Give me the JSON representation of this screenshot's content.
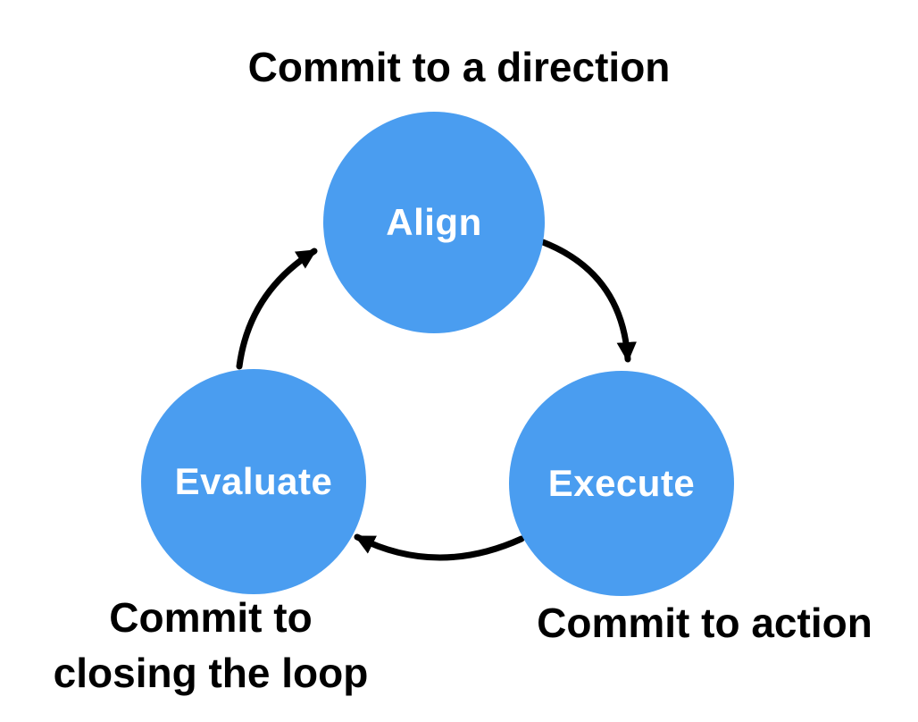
{
  "diagram": {
    "type": "cycle",
    "captions": {
      "top": "Commit to a direction",
      "bottom_left": "Commit to\nclosing the loop",
      "bottom_right": "Commit to action"
    },
    "nodes": [
      {
        "id": "align",
        "label": "Align",
        "caption": "Commit to a direction"
      },
      {
        "id": "execute",
        "label": "Execute",
        "caption": "Commit to action"
      },
      {
        "id": "evaluate",
        "label": "Evaluate",
        "caption": "Commit to closing the loop"
      }
    ],
    "arrows": [
      {
        "from": "Align",
        "to": "Execute"
      },
      {
        "from": "Execute",
        "to": "Evaluate"
      },
      {
        "from": "Evaluate",
        "to": "Align"
      }
    ],
    "colors": {
      "node_fill": "#4a9df0",
      "node_text": "#ffffff",
      "arrow": "#000000",
      "caption_text": "#000000",
      "background": "#ffffff"
    }
  }
}
